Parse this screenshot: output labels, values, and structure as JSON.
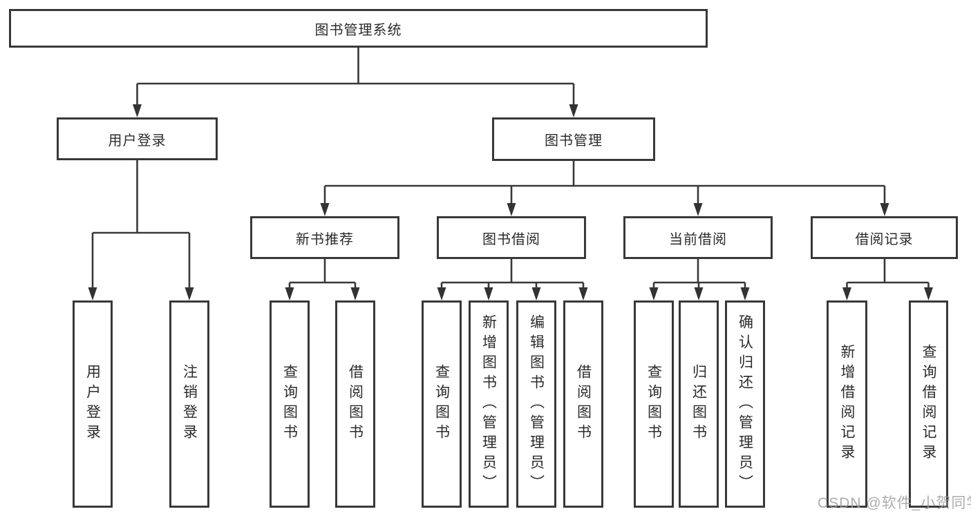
{
  "diagram": {
    "root": {
      "label": "图书管理系统"
    },
    "level2": [
      {
        "label": "用户登录"
      },
      {
        "label": "图书管理"
      }
    ],
    "level3": [
      {
        "label": "新书推荐"
      },
      {
        "label": "图书借阅"
      },
      {
        "label": "当前借阅"
      },
      {
        "label": "借阅记录"
      }
    ],
    "leaves": {
      "login": [
        "用户登录",
        "注销登录"
      ],
      "recommend": [
        "查询图书",
        "借阅图书"
      ],
      "borrow": [
        "查询图书",
        "新增图书（管理员）",
        "编辑图书（管理员）",
        "借阅图书"
      ],
      "current": [
        "查询图书",
        "归还图书",
        "确认归还（管理员）"
      ],
      "records": [
        "新增借阅记录",
        "查询借阅记录"
      ]
    }
  },
  "watermark": {
    "text": "CSDN @软件_小贺同学"
  },
  "colors": {
    "line": "#383838",
    "box_border": "#383838",
    "text": "#2b2b2b",
    "watermark": "#9e9e9e",
    "background": "#ffffff"
  }
}
